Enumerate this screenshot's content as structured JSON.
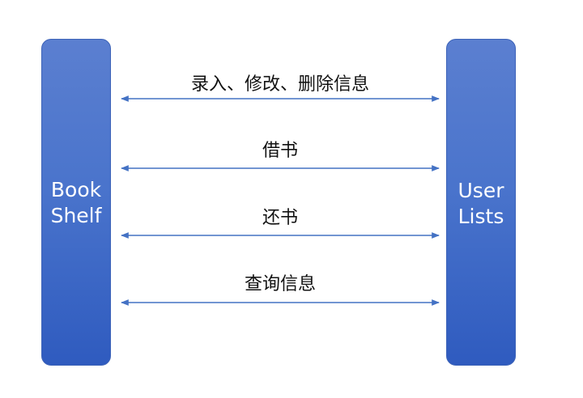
{
  "left_column": {
    "label_lines": [
      "Book",
      "Shelf"
    ]
  },
  "right_column": {
    "label_lines": [
      "User",
      "Lists"
    ]
  },
  "messages": [
    {
      "label": "录入、修改、删除信息"
    },
    {
      "label": "借书"
    },
    {
      "label": "还书"
    },
    {
      "label": "查询信息"
    }
  ],
  "colors": {
    "column_top": "#5b7fd0",
    "column_bottom": "#2f5bbf",
    "arrow": "#4472c4",
    "column_text": "#ffffff",
    "message_text": "#111111"
  }
}
